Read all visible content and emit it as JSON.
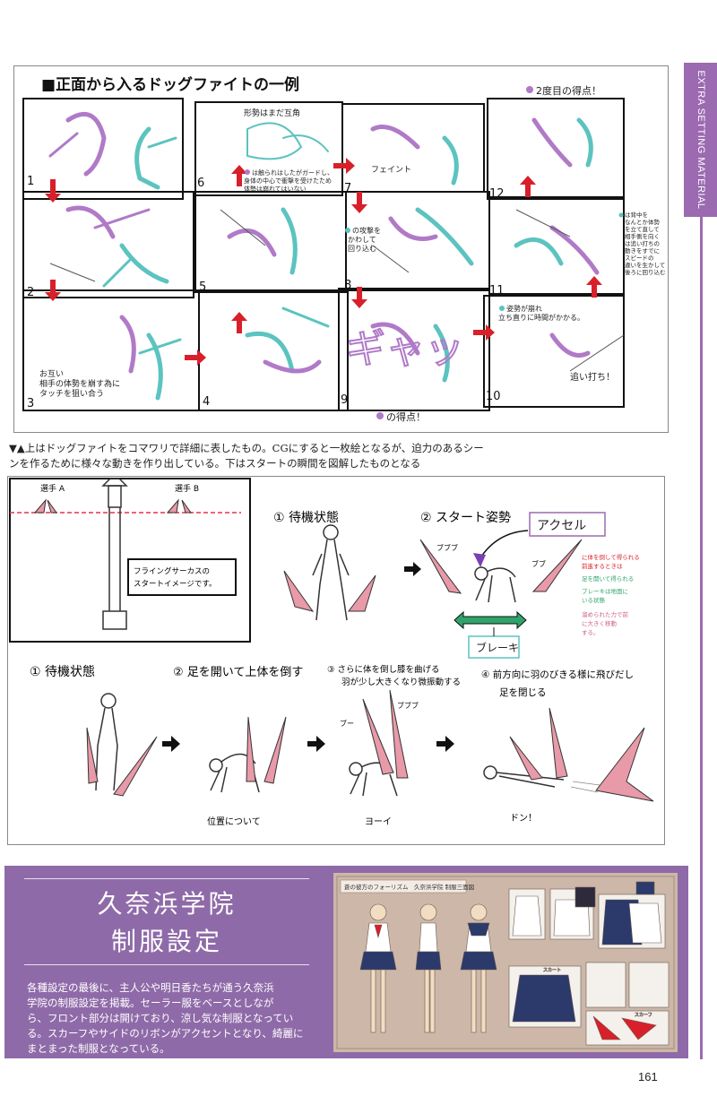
{
  "side_tab": {
    "label": "EXTRA SETTING MATERIAL"
  },
  "storyboard": {
    "title": "■正面から入るドッグファイトの一例",
    "panels": [
      "1",
      "2",
      "3",
      "4",
      "5",
      "6",
      "7",
      "8",
      "9",
      "10",
      "11",
      "12"
    ],
    "notes": {
      "second_score": "2度目の得点！",
      "still_even": "形勢はまだ互角",
      "guard_a": "は触られはしたがガードし、",
      "guard_b": "身体の中心で衝撃を受けたため",
      "guard_c": "体勢は崩れてはいない",
      "feint": "フェイント",
      "dodge_a": "の攻撃を",
      "dodge_b": "かわして",
      "dodge_c": "回り込む",
      "touch_a": "お互い",
      "touch_b": "相手の体勢を崩す為に",
      "touch_c": "タッチを狙い合う",
      "right_a": "は背中を",
      "right_b": "なんとか体勢",
      "right_c": "を立て直して",
      "right_d": "相手側を向く",
      "right_e": "は追い打ちの",
      "right_f": "動きをすでに",
      "right_g": "スピードの",
      "right_h": "違いを生かして",
      "right_i": "後ろに回り込む",
      "broken_a": "姿勢が崩れ",
      "broken_b": "立ち直りに時間がかかる。",
      "pursuit": "追い打ち！",
      "score": "の得点！",
      "sfx": "ギャッ"
    }
  },
  "caption": {
    "line1": "▼▲上はドッグファイトをコマワリで詳細に表したもの。CGにすると一枚絵となるが、迫力のあるシー",
    "line2": "ンを作るために様々な動きを作り出している。下はスタートの瞬間を図解したものとなる"
  },
  "diagram": {
    "player_a": "選手 A",
    "player_b": "選手 B",
    "image_note_a": "フライングサーカスの",
    "image_note_b": "スタートイメージです。",
    "top_step1": "① 待機状態",
    "top_step2": "② スタート姿勢",
    "accel": "アクセル",
    "brake": "ブレーキ",
    "sfx_top_a": "ブブブ",
    "sfx_top_b": "ブブ",
    "side_note_red_a": "に体を倒して得られる",
    "side_note_red_b": "前進するときは",
    "side_note_green_a": "足を開いて得られる",
    "side_note_green_b": "ブレーキは地面に",
    "side_note_green_c": "いる状態",
    "side_note_pink_a": "溜められた力で前",
    "side_note_pink_b": "に大きく移動",
    "side_note_pink_c": "する。",
    "step1": "① 待機状態",
    "step2": "② 足を開いて上体を倒す",
    "step3a": "③ さらに体を倒し膝を曲げる",
    "step3b": "羽が少し大きくなり微振動する",
    "step4a": "④ 前方向に羽のびきる様に飛びだし",
    "step4b": "足を閉じる",
    "sub2": "位置について",
    "sub3": "ヨーイ",
    "sub4": "ドン！",
    "sfx3a": "ブー",
    "sfx3b": "ブブブ"
  },
  "section": {
    "title_line1": "久奈浜学院",
    "title_line2": "制服設定",
    "desc": [
      "各種設定の最後に、主人公や明日香たちが通う久奈浜",
      "学院の制服設定を掲載。セーラー服をベースとしなが",
      "ら、フロント部分は開けており、涼し気な制服となってい",
      "る。スカーフやサイドのリボンがアクセントとなり、綺麗に",
      "まとまった制服となっている。"
    ],
    "sheet_label": "蒼の彼方のフォーリズム　久奈浜学院 制服三面図",
    "sheet_skirt": "スカート",
    "sheet_scarf": "スカーフ"
  },
  "page_number": "161",
  "colors": {
    "accent_purple": "#9b6ab0",
    "teal": "#5cc3c0",
    "violet": "#b07ac8",
    "pink": "#e89aa8",
    "red_arrow": "#d8202a",
    "green": "#2fa36b"
  }
}
